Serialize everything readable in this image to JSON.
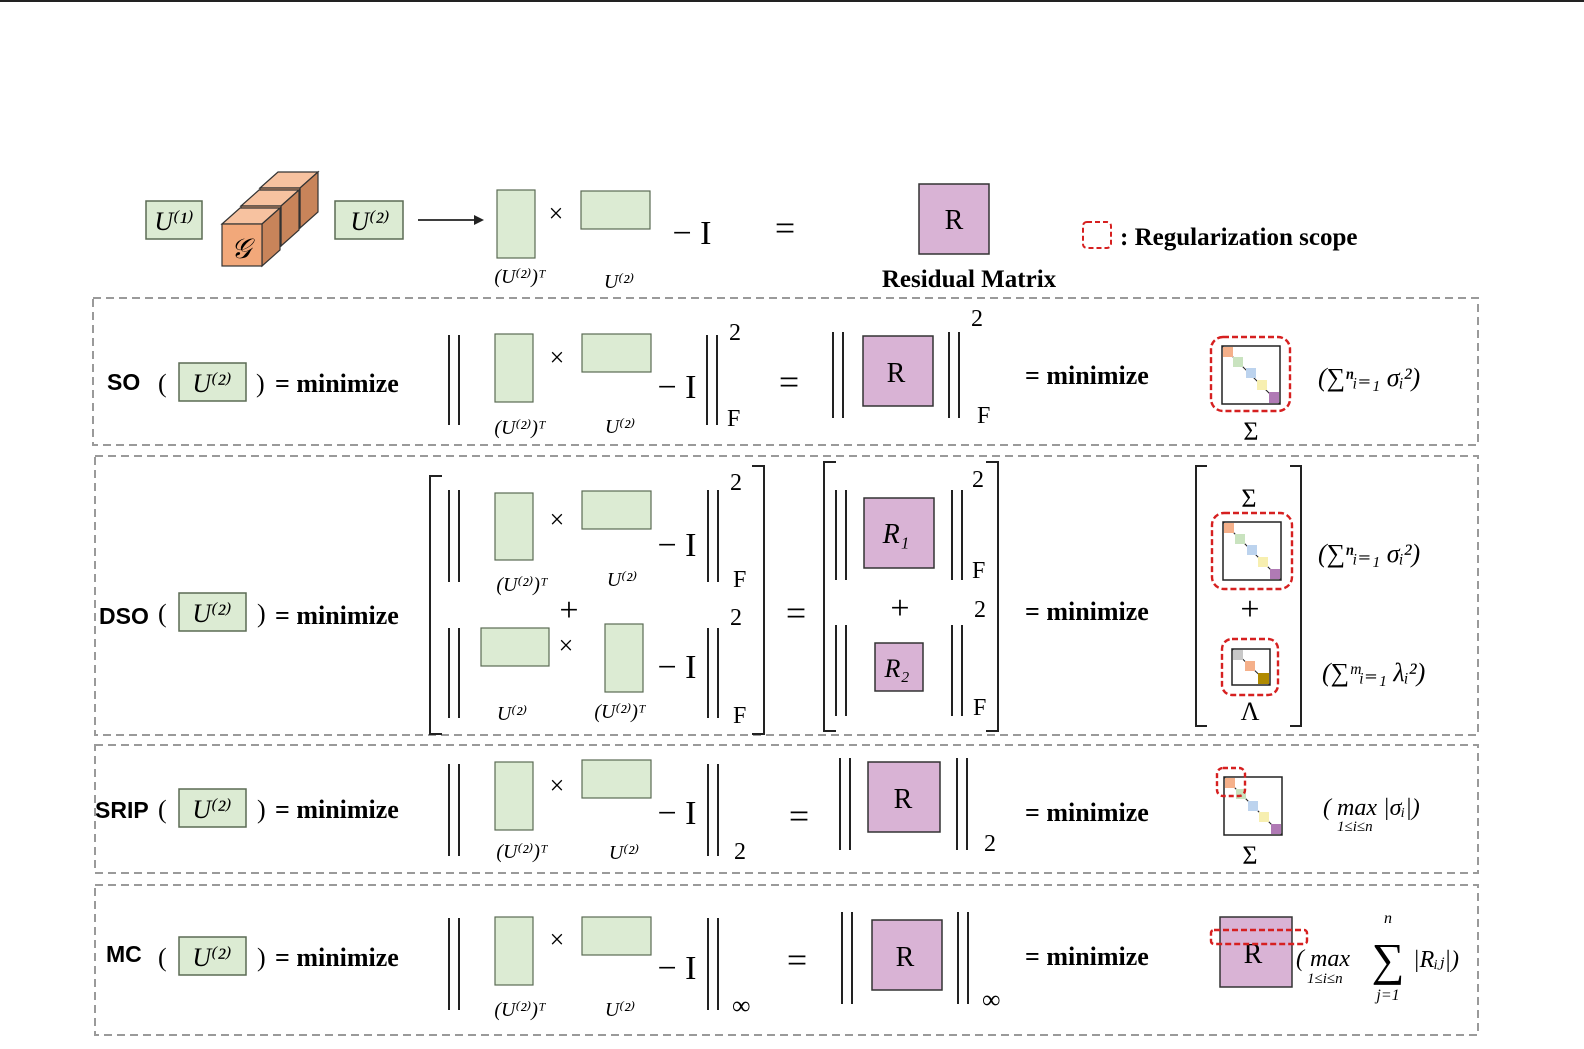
{
  "colors": {
    "green_fill": "#dcebd3",
    "green_stroke": "#5b6b54",
    "purple_fill": "#d9b3d5",
    "orange_face": "#f2a87a",
    "orange_side": "#c8845a",
    "red_dash": "#d62020",
    "gray_dash": "#9a9a9a",
    "diag_orange": "#f5b08a",
    "diag_green": "#c9e3bf",
    "diag_blue": "#bcd3ee",
    "diag_yellow": "#f7efb0",
    "diag_purple": "#b07ab5",
    "diag_gray": "#c8c8c8",
    "diag_brown": "#b08a00"
  },
  "top": {
    "u1": "U⁽¹⁾",
    "g": "𝒢",
    "u2": "U⁽²⁾",
    "ut_label": "(U⁽²⁾)ᵀ",
    "u_label": "U⁽²⁾",
    "times": "×",
    "minus_i": "− I",
    "equals": "=",
    "r": "R",
    "residual": "Residual Matrix",
    "legend": ": Regularization scope"
  },
  "rows": [
    {
      "name": "SO",
      "arg": "U⁽²⁾",
      "eq_min": "= minimize",
      "ut_label": "(U⁽²⁾)ᵀ",
      "u_label": "U⁽²⁾",
      "times": "×",
      "minus_i": "− I",
      "sup": "2",
      "sub": "F",
      "equals": "=",
      "r": "R",
      "r_sup": "2",
      "r_sub": "F",
      "eq2": "= minimize",
      "sigma": "Σ",
      "formula": "(∑ⁿᵢ₌₁ σᵢ²)"
    },
    {
      "name": "DSO",
      "arg": "U⁽²⁾",
      "eq_min": "= minimize",
      "ut_label": "(U⁽²⁾)ᵀ",
      "u_label": "U⁽²⁾",
      "u_label2": "U⁽²⁾",
      "ut_label2": "(U⁽²⁾)ᵀ",
      "times": "×",
      "minus_i": "− I",
      "plus": "+",
      "sup": "2",
      "sub": "F",
      "equals": "=",
      "r1": "R₁",
      "r2": "R₂",
      "eq2": "= minimize",
      "sigma": "Σ",
      "lambda": "Λ",
      "formula1": "(∑ⁿᵢ₌₁ σᵢ²)",
      "formula2": "(∑ᵐᵢ₌₁ λᵢ²)"
    },
    {
      "name": "SRIP",
      "arg": "U⁽²⁾",
      "eq_min": "= minimize",
      "ut_label": "(U⁽²⁾)ᵀ",
      "u_label": "U⁽²⁾",
      "times": "×",
      "minus_i": "− I",
      "sub": "2",
      "equals": "=",
      "r": "R",
      "r_sub": "2",
      "eq2": "= minimize",
      "sigma": "Σ",
      "formula": "( max |σᵢ|)",
      "formula_under": "1≤i≤n"
    },
    {
      "name": "MC",
      "arg": "U⁽²⁾",
      "eq_min": "= minimize",
      "ut_label": "(U⁽²⁾)ᵀ",
      "u_label": "U⁽²⁾",
      "times": "×",
      "minus_i": "− I",
      "sub": "∞",
      "equals": "=",
      "r": "R",
      "r_sub": "∞",
      "eq2": "= minimize",
      "r_right": "R",
      "formula_open": "( max",
      "formula_under": "1≤i≤n",
      "sum_sym": "∑",
      "sum_top": "n",
      "sum_bot": "j=1",
      "formula_body": "|Rᵢⱼ|)"
    }
  ]
}
